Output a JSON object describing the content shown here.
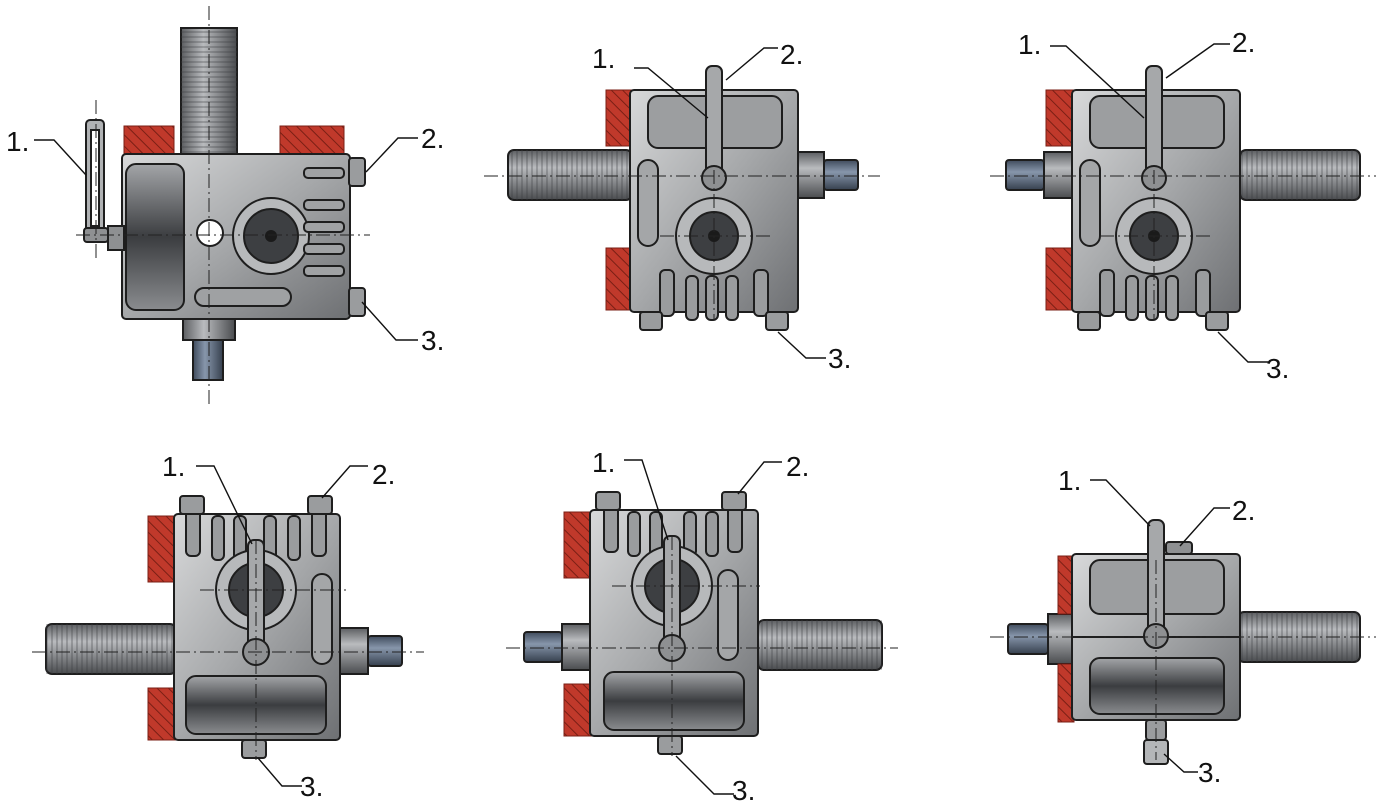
{
  "colors": {
    "housing": "#a9aaab",
    "shaft": "#7e8083",
    "stub": "#5f6d80",
    "base": "#c0392b",
    "line": "#111111"
  },
  "views": [
    {
      "id": "view-1",
      "labels": [
        "1.",
        "2.",
        "3."
      ]
    },
    {
      "id": "view-2",
      "labels": [
        "1.",
        "2.",
        "3."
      ]
    },
    {
      "id": "view-3",
      "labels": [
        "1.",
        "2.",
        "3."
      ]
    },
    {
      "id": "view-4",
      "labels": [
        "1.",
        "2.",
        "3."
      ]
    },
    {
      "id": "view-5",
      "labels": [
        "1.",
        "2.",
        "3."
      ]
    },
    {
      "id": "view-6",
      "labels": [
        "1.",
        "2.",
        "3."
      ]
    }
  ]
}
